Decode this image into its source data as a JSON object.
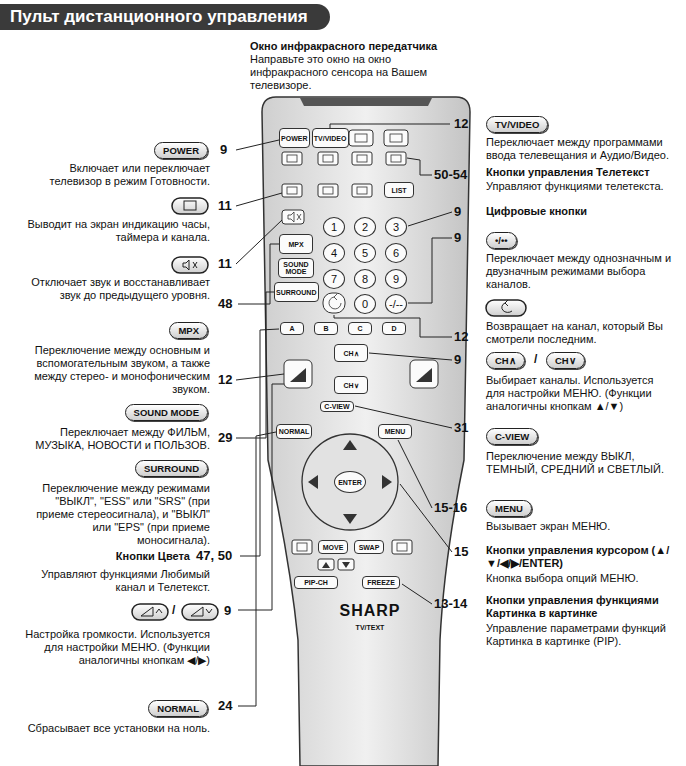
{
  "diagram": {
    "title": "Пульт дистанционного управления",
    "nodes": [
      {
        "text": [
          "SHARP",
          "TV/TEXT"
        ]
      },
      {
        "text": [
          "POWER"
        ],
        "in": 0
      },
      {
        "text": [
          "TV/VIDEO"
        ],
        "in": 0
      },
      {
        "text": [
          "LIST"
        ],
        "in": 0
      },
      {
        "text": [
          "MPX"
        ],
        "in": 0
      },
      {
        "text": [
          "SOUND MODE"
        ],
        "in": 0
      },
      {
        "text": [
          "SURROUND"
        ],
        "in": 0
      },
      {
        "text": [
          "1"
        ],
        "in": 0
      },
      {
        "text": [
          "2"
        ],
        "in": 0
      },
      {
        "text": [
          "3"
        ],
        "in": 0
      },
      {
        "text": [
          "4"
        ],
        "in": 0
      },
      {
        "text": [
          "5"
        ],
        "in": 0
      },
      {
        "text": [
          "6"
        ],
        "in": 0
      },
      {
        "text": [
          "7"
        ],
        "in": 0
      },
      {
        "text": [
          "8"
        ],
        "in": 0
      },
      {
        "text": [
          "9"
        ],
        "in": 0
      },
      {
        "text": [
          "0"
        ],
        "in": 0
      },
      {
        "text": [
          "-/--"
        ],
        "in": 0
      },
      {
        "text": [
          "A"
        ],
        "in": 0
      },
      {
        "text": [
          "B"
        ],
        "in": 0
      },
      {
        "text": [
          "C"
        ],
        "in": 0
      },
      {
        "text": [
          "D"
        ],
        "in": 0
      },
      {
        "text": [
          "CH∧"
        ],
        "in": 0
      },
      {
        "text": [
          "CH∨"
        ],
        "in": 0
      },
      {
        "text": [
          "C-VIEW"
        ],
        "in": 0
      },
      {
        "text": [
          "NORMAL"
        ],
        "in": 0
      },
      {
        "text": [
          "MENU"
        ],
        "in": 0
      },
      {
        "text": [
          "ENTER"
        ],
        "in": 0
      },
      {
        "text": [
          "MOVE"
        ],
        "in": 0
      },
      {
        "text": [
          "SWAP"
        ],
        "in": 0
      },
      {
        "text": [
          "PIP-CH"
        ],
        "in": 0
      },
      {
        "text": [
          "FREEZE"
        ],
        "in": 0
      },
      {
        "text": [
          "POWER"
        ]
      },
      {
        "text": [
          "MPX"
        ]
      },
      {
        "text": [
          "SOUND MODE"
        ]
      },
      {
        "text": [
          "SURROUND"
        ]
      },
      {
        "text": [
          "NORMAL"
        ]
      },
      {
        "text": [
          "TV/VIDEO"
        ]
      },
      {
        "text": [
          "•/••"
        ]
      },
      {
        "text": [
          "CH∧"
        ]
      },
      {
        "text": [
          "CH∨"
        ]
      },
      {
        "text": [
          "C-VIEW"
        ]
      },
      {
        "text": [
          "MENU"
        ]
      }
    ],
    "labels": [
      "Окно инфракрасного передатчика",
      "Направьте это окно на окно инфракрасного сенсора на Вашем телевизоре.",
      "12",
      "Переключает между программами ввода телевещания и Аудио/Видео.",
      "9",
      "Включает или переключает телевизор в режим Готовности.",
      "50-54",
      "Кнопки управления Телетекст",
      "Управляют функциями телетекста.",
      "11",
      "Выводит на экран индикацию часы, таймера и канала.",
      "9",
      "Цифровые кнопки",
      "9",
      "11",
      "Переключает между однозначным и двузначным режимами выбора каналов.",
      "Отключает звук и восстанавливает звук до предыдущего уровня.",
      "48",
      "12",
      "Возвращает на канал, который Вы смотрели последним.",
      "Переключение между основным и вспомогательным звуком, а также между стерео- и монофоническим звуком.",
      "9",
      "Выбирает каналы. Используется для настройки МЕНЮ. (Функции аналогичны кнопкам ▲/▼)",
      "12",
      "Переключает между ФИЛЬМ, МУЗЫКА, НОВОСТИ и ПОЛЬЗОВ.",
      "31",
      "29",
      "Переключение между ВЫКЛ, ТЕМНЫЙ, СРЕДНИЙ и СВЕТЛЫЙ.",
      "Переключение между режимами \"ВЫКЛ\", \"ESS\" или \"SRS\" (при приеме стереосигнала), и \"ВЫКЛ\" или \"EPS\" (при приеме моносигнала).",
      "15-16",
      "Вызывает экран МЕНЮ.",
      "15",
      "Кнопки управления курсором (▲/▼/◀/▶/ENTER)",
      "Кнопка выбора опций МЕНЮ.",
      "Кнопки Цвета",
      "47, 50",
      "Управляют функциями Любимый канал и Телетекст.",
      "13-14",
      "Кнопки управления функциями Картинка в картинке",
      "Управление параметрами функций Картинка в картинке (PIP).",
      "9",
      "/",
      "Настройка громкости. Используется для настройки МЕНЮ. (Функции аналогичны кнопкам ◀/▶)",
      "24",
      "Сбрасывает все установки на ноль.",
      "/"
    ]
  }
}
